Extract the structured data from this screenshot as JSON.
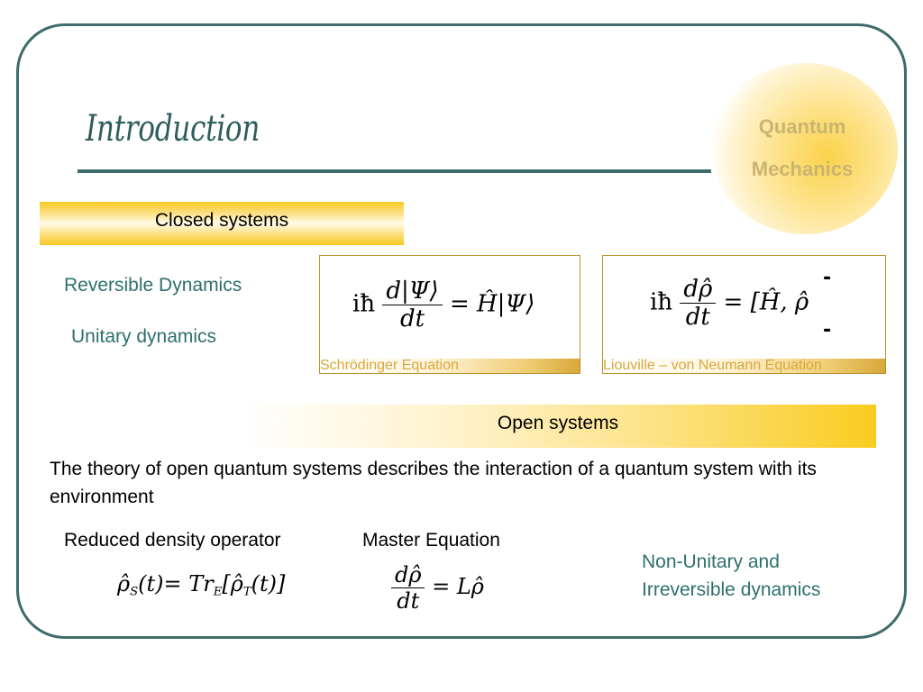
{
  "slide": {
    "title": "Introduction",
    "corner_label": {
      "line1": "Quantum",
      "line2": "Mechanics"
    }
  },
  "closed_systems": {
    "heading": "Closed systems",
    "labels": [
      "Reversible Dynamics",
      "Unitary dynamics"
    ],
    "schrodinger": {
      "caption": "Schrödinger Equation",
      "prefix": "iħ",
      "numerator": "d|Ψ⟩",
      "denominator": "dt",
      "rhs": "= Ĥ|Ψ⟩"
    },
    "liouville": {
      "caption": "Liouville – von Neumann Equation",
      "prefix": "iħ",
      "numerator": "dρ̂",
      "denominator": "dt",
      "rhs": "= [Ĥ, ρ̂",
      "dash_top": "-",
      "dash_bottom": "-"
    }
  },
  "open_systems": {
    "heading": "Open systems",
    "description": "The theory of open quantum systems describes the interaction of a quantum system with its environment",
    "reduced_density": {
      "label": "Reduced density operator",
      "lhs": "ρ̂",
      "lhs_sub": "S",
      "lhs_arg": "(t)",
      "equals": "= Tr",
      "tr_sub": "E",
      "rhs_open": "[ρ̂",
      "rhs_sub": "T",
      "rhs_close": "(t)]"
    },
    "master_equation": {
      "label": "Master Equation",
      "numerator": "dρ̂",
      "denominator": "dt",
      "rhs": "= Lρ̂"
    },
    "dynamics_note": {
      "line1": "Non-Unitary and",
      "line2": "Irreversible dynamics"
    }
  }
}
